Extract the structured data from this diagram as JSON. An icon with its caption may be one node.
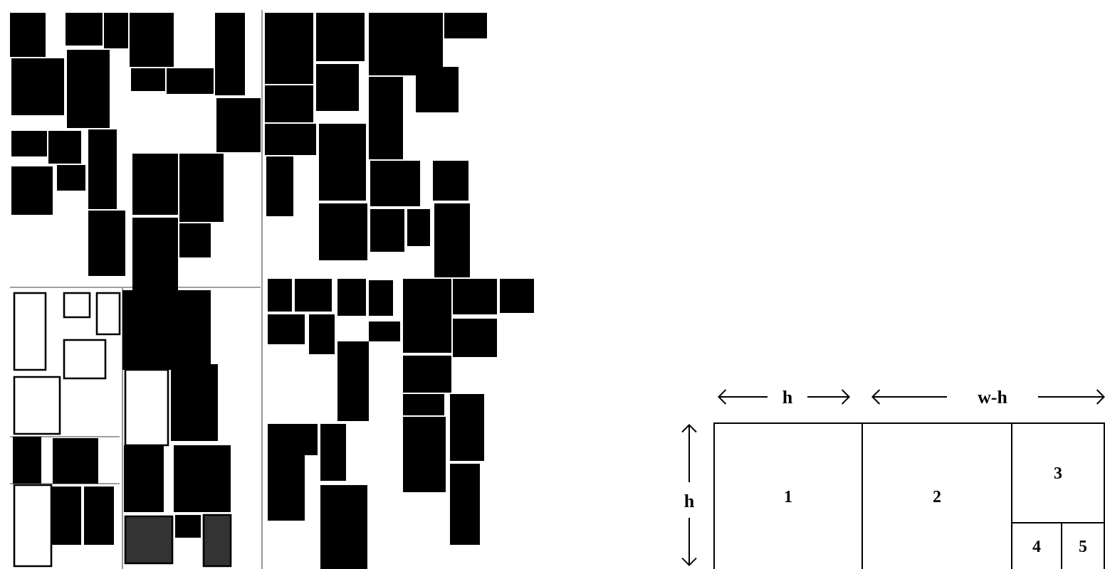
{
  "diagram": {
    "nodes": [
      {
        "text": [
          "1"
        ]
      },
      {
        "text": [
          "2"
        ]
      },
      {
        "text": [
          "3"
        ]
      },
      {
        "text": [
          "4"
        ]
      },
      {
        "text": [
          "5"
        ]
      }
    ],
    "labels": [
      "h",
      "w-h",
      "h"
    ]
  }
}
